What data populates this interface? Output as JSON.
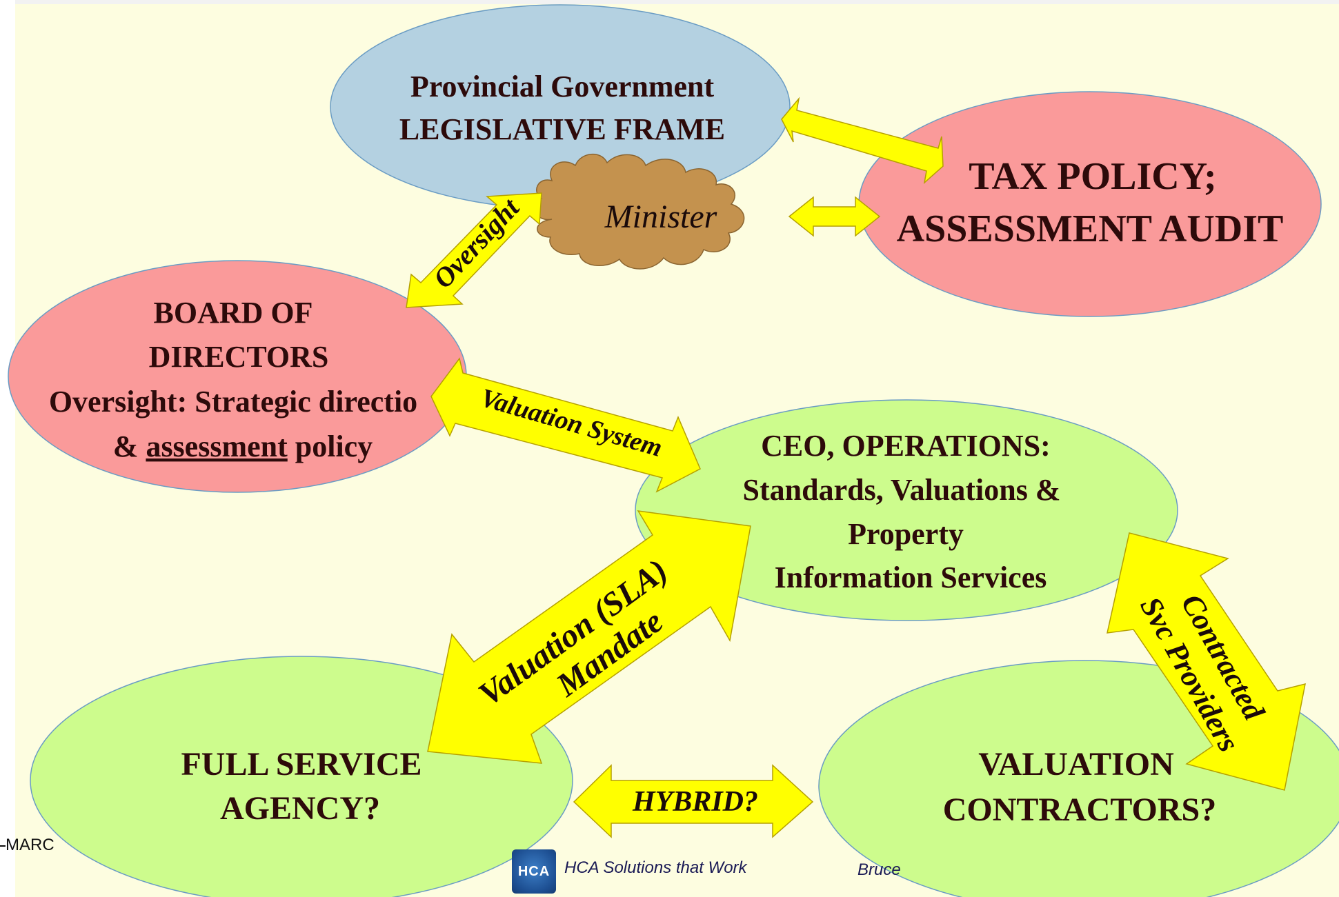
{
  "nodes": {
    "provincial": {
      "line1": "Provincial Government",
      "line2": "LEGISLATIVE FRAME",
      "color": "#b4d1e1"
    },
    "tax": {
      "line1": "TAX POLICY;",
      "line2": "ASSESSMENT AUDIT",
      "color": "#fa9a9a"
    },
    "minister": {
      "label": "Minister",
      "color": "#c4924e"
    },
    "board": {
      "line1": "BOARD OF",
      "line2": "DIRECTORS",
      "line3": "Oversight: Strategic directio",
      "line4_pre": "& ",
      "line4_underlined": "assessment",
      "line4_post": " policy",
      "color": "#fa9a9a"
    },
    "ceo": {
      "line1": "CEO, OPERATIONS:",
      "line2": "Standards, Valuations &",
      "line3": "Property",
      "line4": "Information Services",
      "color": "#cdfc8d"
    },
    "full_service": {
      "line1": "FULL SERVICE",
      "line2": "AGENCY?",
      "color": "#cdfc8d"
    },
    "contractors": {
      "line1": "VALUATION",
      "line2": "CONTRACTORS?",
      "color": "#cdfc8d"
    }
  },
  "arrows": {
    "oversight": "Oversight",
    "valuation_system": "Valuation System",
    "valuation_sla_line1": "Valuation (SLA)",
    "valuation_sla_line2": "Mandate",
    "contracted_line1": "Contracted",
    "contracted_line2": "Svc Providers",
    "hybrid": "HYBRID?",
    "fill_color": "#ffff00"
  },
  "footer": {
    "date_fragment": "MARC",
    "logo_text": "HCA",
    "tagline": "HCA Solutions that Work",
    "author_fragment": "Bruce"
  }
}
